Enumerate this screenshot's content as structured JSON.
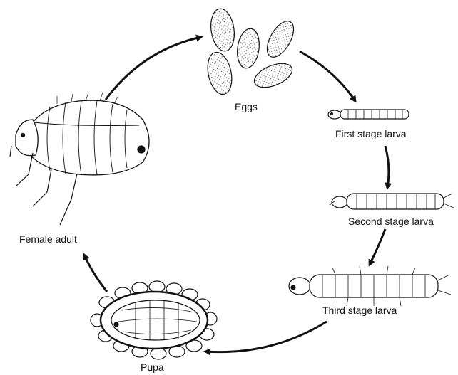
{
  "diagram": {
    "stages": [
      {
        "id": "eggs",
        "label": "Eggs"
      },
      {
        "id": "larva1",
        "label": "First stage larva"
      },
      {
        "id": "larva2",
        "label": "Second stage larva"
      },
      {
        "id": "larva3",
        "label": "Third stage larva"
      },
      {
        "id": "pupa",
        "label": "Pupa"
      },
      {
        "id": "adult",
        "label": "Female adult"
      }
    ],
    "colors": {
      "ink": "#111111",
      "paper": "#ffffff",
      "shade": "#cfcfcf"
    }
  }
}
